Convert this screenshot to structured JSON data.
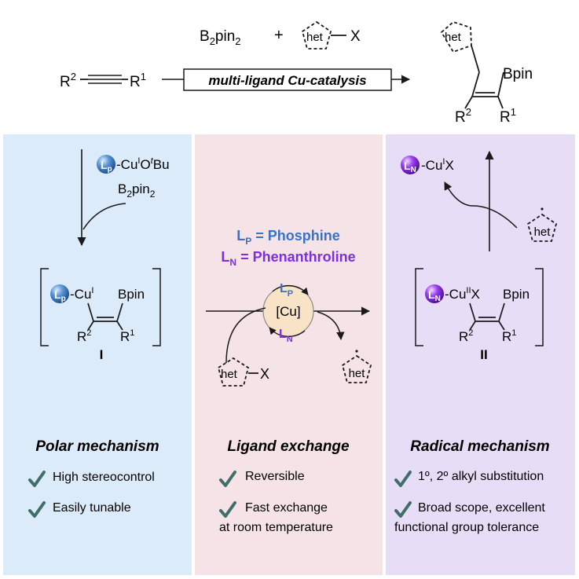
{
  "top": {
    "reagent_b2pin2": "B2pin2",
    "plus": "+",
    "het": "het",
    "x_label": "X",
    "alkyne_r2": "R2",
    "alkyne_r1": "R1",
    "catalysis_label": "multi-ligand Cu-catalysis",
    "product_het": "het",
    "product_bpin": "Bpin",
    "product_r2": "R2",
    "product_r1": "R1"
  },
  "panel_colors": {
    "polar": "#dcebf9",
    "exchange": "#f6e3e7",
    "radical": "#e7ddf6",
    "lp_ball": "#3f7fc4",
    "ln_ball": "#8a2be2",
    "cu_circle": "#f8e3c6",
    "check": "#3f6f68",
    "lp_text": "#3a73c6",
    "ln_text": "#7b2fe0"
  },
  "polar": {
    "lp": "Lp",
    "reagent_cu": "-CuIOtBu",
    "b2pin2": "B2pin2",
    "intermediate_cu": "-CuI",
    "bpin": "Bpin",
    "r2": "R2",
    "r1": "R1",
    "label_roman": "I",
    "title": "Polar mechanism",
    "bullets": [
      "High stereocontrol",
      "Easily tunable"
    ]
  },
  "exchange": {
    "lp_def": "LP = Phosphine",
    "ln_def": "LN = Phenanthroline",
    "cu": "[Cu]",
    "lp": "LP",
    "ln": "LN",
    "het": "het",
    "x_label": "X",
    "radical_het": "het",
    "title": "Ligand exchange",
    "bullets": [
      "Reversible",
      "Fast exchange",
      "at room temperature"
    ]
  },
  "radical": {
    "ln": "LN",
    "product_cu": "-CuIX",
    "radical_het": "het",
    "intermediate_cu": "-CuIIX",
    "bpin": "Bpin",
    "r2": "R2",
    "r1": "R1",
    "label_roman": "II",
    "title": "Radical mechanism",
    "bullets": [
      "1º, 2º alkyl substitution",
      "Broad scope, excellent",
      "functional group tolerance"
    ]
  }
}
